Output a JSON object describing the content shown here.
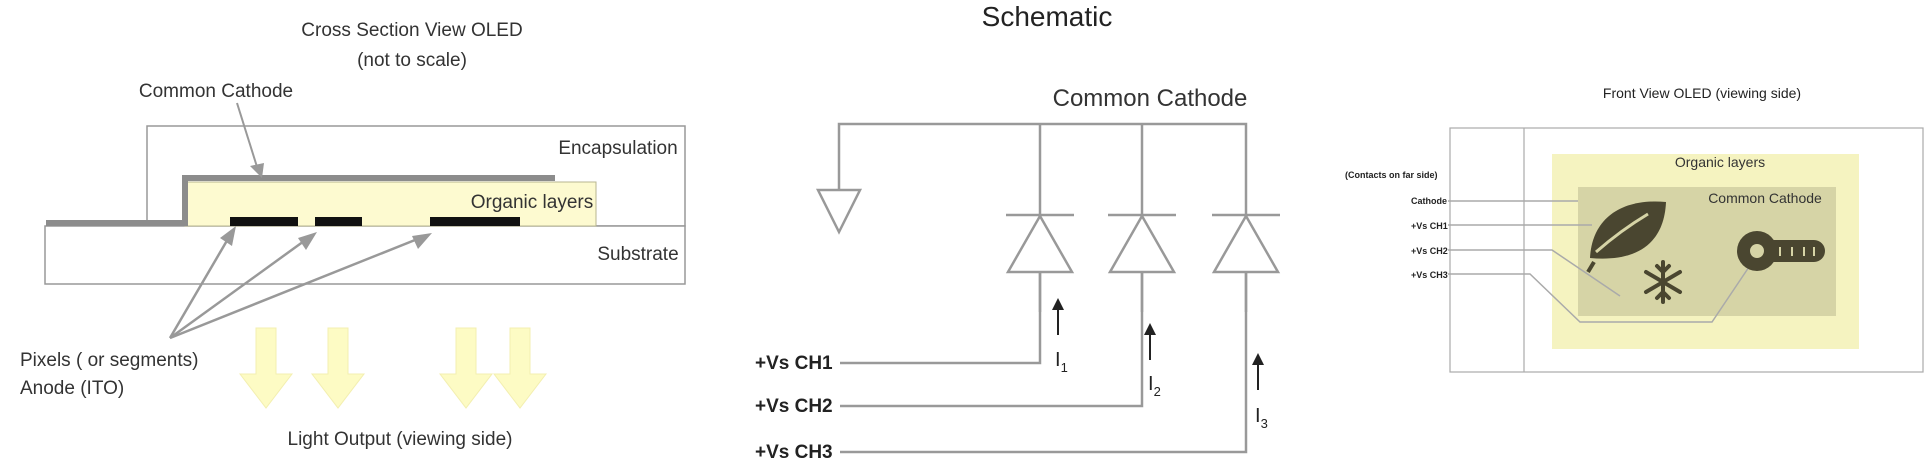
{
  "cross_section": {
    "title": "Cross Section View OLED",
    "subtitle": "(not to scale)",
    "common_cathode": "Common Cathode",
    "encapsulation": "Encapsulation",
    "organic_layers": "Organic layers",
    "substrate": "Substrate",
    "pixels_label": "Pixels ( or segments)",
    "anode_label": "Anode (ITO)",
    "light_output": "Light Output (viewing side)"
  },
  "schematic": {
    "title": "Schematic",
    "common_cathode": "Common Cathode",
    "channels": [
      {
        "label": "+Vs CH1",
        "current": "I",
        "sub": "1"
      },
      {
        "label": "+Vs CH2",
        "current": "I",
        "sub": "2"
      },
      {
        "label": "+Vs CH3",
        "current": "I",
        "sub": "3"
      }
    ]
  },
  "front_view": {
    "title": "Front View OLED (viewing side)",
    "contacts_note": "(Contacts on far side)",
    "contacts": [
      "Cathode",
      "+Vs CH1",
      "+Vs CH2",
      "+Vs CH3"
    ],
    "organic_layers": "Organic layers",
    "common_cathode": "Common Cathode",
    "icons": [
      "leaf-icon",
      "snowflake-icon",
      "thermometer-icon"
    ],
    "colors": {
      "organic_fill": "#f5f3c0",
      "cathode_fill": "#d6d4a6",
      "icon_fill": "#4a4630"
    }
  }
}
